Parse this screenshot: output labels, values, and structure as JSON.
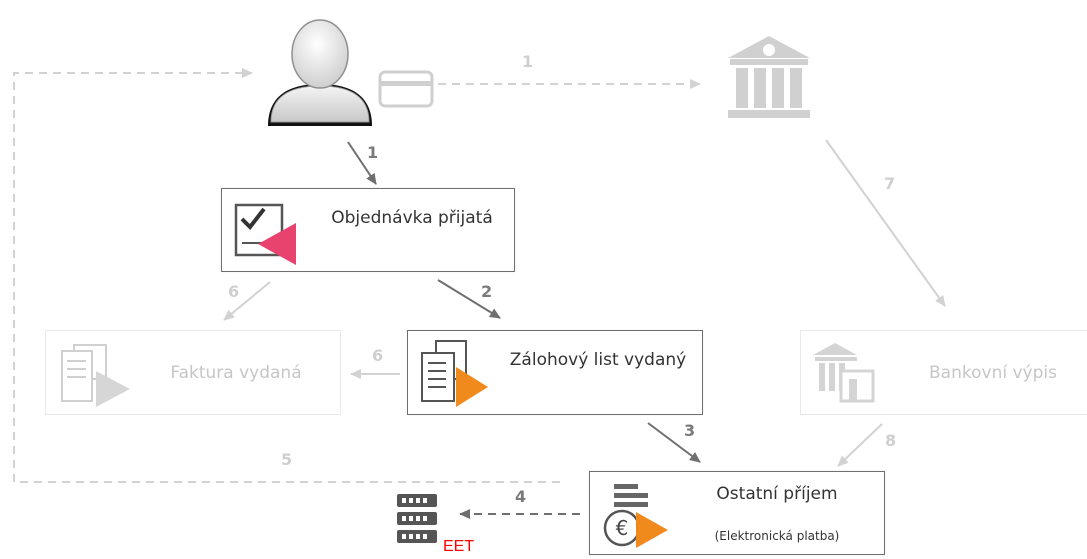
{
  "nodes": {
    "objednavka": {
      "label": "Objednávka přijatá"
    },
    "zalohovy": {
      "label": "Zálohový list vydaný"
    },
    "faktura": {
      "label": "Faktura vydaná"
    },
    "bankovni": {
      "label": "Bankovní výpis"
    },
    "ostatni": {
      "label": "Ostatní příjem",
      "sublabel": "(Elektronická platba)"
    },
    "eet": {
      "label": "EET"
    }
  },
  "steps": {
    "card_to_bank": "1",
    "customer_to_order": "1",
    "order_to_advance": "2",
    "advance_to_income": "3",
    "income_to_eet": "4",
    "income_to_customer": "5",
    "order_to_invoice": "6",
    "advance_to_invoice": "6",
    "bank_to_statement": "7",
    "statement_to_income": "8"
  },
  "colors": {
    "active_arrow": "#6f6f6f",
    "faded_arrow": "#d2d2d2",
    "accent_pink": "#e8436f",
    "accent_orange": "#f08a1d",
    "eet_red": "#ff0000"
  },
  "icons": {
    "customer": "user-icon",
    "card": "credit-card-icon",
    "bank": "bank-icon",
    "order": "checklist-icon",
    "advance": "document-play-icon",
    "invoice": "document-play-icon",
    "statement": "bank-statement-icon",
    "income": "euro-play-icon",
    "eet": "server-icon"
  }
}
